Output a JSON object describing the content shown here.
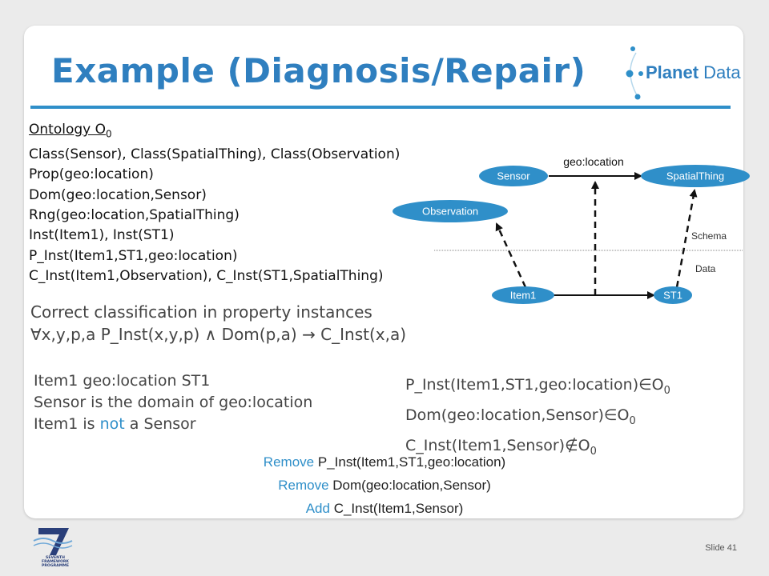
{
  "slide": {
    "title": "Example (Diagnosis/Repair)",
    "slide_label": "Slide",
    "slide_number": "41",
    "accent_color": "#2f8fc9"
  },
  "logo": {
    "icon": "planet-data-logo",
    "name_bold": "Planet",
    "name_light": "Data"
  },
  "fp7_logo": {
    "icon": "fp7-logo",
    "caption_line1": "SEVENTH FRAMEWORK",
    "caption_line2": "PROGRAMME"
  },
  "ontology": {
    "heading": "Ontology O",
    "heading_sub": "0",
    "lines": [
      "Class(Sensor), Class(SpatialThing), Class(Observation)",
      "Prop(geo:location)",
      "Dom(geo:location,Sensor)",
      "Rng(geo:location,SpatialThing)",
      "Inst(Item1), Inst(ST1)",
      "P_Inst(Item1,ST1,geo:location)",
      "C_Inst(Item1,Observation), C_Inst(ST1,SpatialThing)"
    ]
  },
  "principle": {
    "line1": "Correct classification in property instances",
    "line2": "∀x,y,p,a P_Inst(x,y,p) ∧ Dom(p,a) → C_Inst(x,a)"
  },
  "facts": {
    "line1": "Item1 geo:location ST1",
    "line2": "Sensor is the domain of geo:location",
    "line3_pre": "Item1 is ",
    "line3_accent": "not",
    "line3_post": " a Sensor"
  },
  "violations": [
    {
      "text": "P_Inst(Item1,ST1,geo:location)∈O",
      "sub": "0"
    },
    {
      "text": "Dom(geo:location,Sensor)∈O",
      "sub": "0"
    },
    {
      "text": "C_Inst(Item1,Sensor)∉O",
      "sub": "0"
    }
  ],
  "repairs": [
    {
      "verb": "Remove",
      "object": "P_Inst(Item1,ST1,geo:location)"
    },
    {
      "verb": "Remove",
      "object": "Dom(geo:location,Sensor)"
    },
    {
      "verb": "Add",
      "object": "C_Inst(Item1,Sensor)"
    }
  ],
  "diagram": {
    "node_color": "#2f8fc9",
    "nodes": {
      "sensor": "Sensor",
      "spatialthing": "SpatialThing",
      "observation": "Observation",
      "item1": "Item1",
      "st1": "ST1"
    },
    "edge_label": "geo:location",
    "schema_label": "Schema",
    "data_label": "Data"
  }
}
